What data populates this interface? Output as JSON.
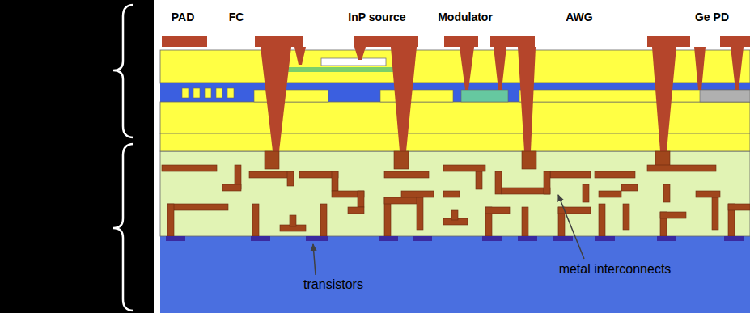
{
  "diagram": {
    "labels": [
      "PAD",
      "FC",
      "InP source",
      "Modulator",
      "AWG",
      "Ge PD",
      "transistors",
      "metal interconnects"
    ]
  }
}
